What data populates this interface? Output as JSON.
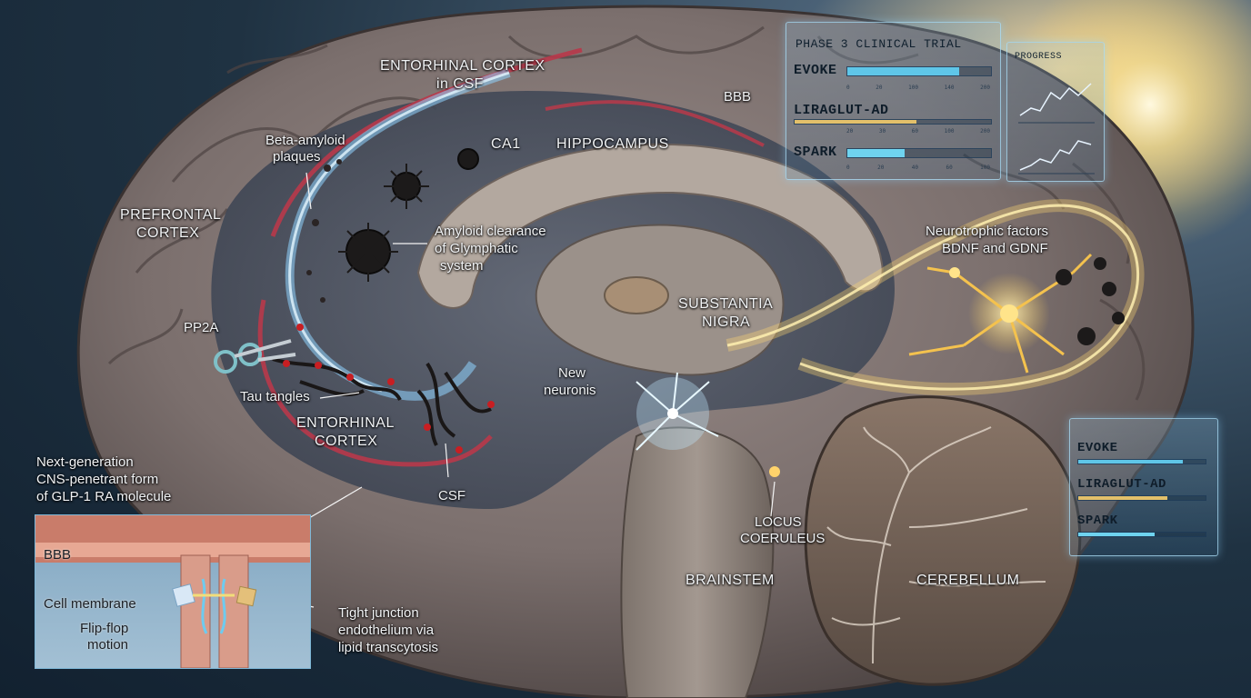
{
  "labels": {
    "entorhinal_top": "ENTORHINAL CORTEX",
    "in_csf": "in CSF",
    "bbb_top": "BBB",
    "beta_amyloid": "Beta-amyloid",
    "plaques": "plaques",
    "ca1": "CA1",
    "hippocampus": "HIPPOCAMPUS",
    "prefrontal": "PREFRONTAL",
    "cortex": "CORTEX",
    "amyloid_clearance": "Amyloid clearance",
    "of_glymphatic": "of Glymphatic",
    "system": "system",
    "neurotrophic": "Neurotrophic factors",
    "bdnf_gdnf": "BDNF and GDNF",
    "substantia": "SUBSTANTIA",
    "nigra": "NIGRA",
    "pp2a": "PP2A",
    "new": "New",
    "new_neurons": "neuronis",
    "tau_tangles": "Tau tangles",
    "entorhinal_bottom": "ENTORHINAL",
    "cortex_bottom": "CORTEX",
    "next_gen": "Next-generation",
    "cns_penetrant": "CNS-penetrant form",
    "glp1": "of GLP-1 RA molecule",
    "csf": "CSF",
    "locus": "LOCUS",
    "coeruleus": "COERULEUS",
    "brainstem": "BRAINSTEM",
    "cerebellum": "CEREBELLUM",
    "bbb_inset": "BBB",
    "cell_membrane": "Cell membrane",
    "flip_flop": "Flip-flop",
    "motion": "motion",
    "tight_junction": "Tight junction",
    "endothelium": "endothelium via",
    "lipid": "lipid transcytosis"
  },
  "trial_panel": {
    "title": "PHASE 3 CLINICAL TRIAL",
    "trials": [
      {
        "name": "EVOKE",
        "progress": 0.78,
        "color": "#5fc6e8"
      },
      {
        "name": "LIRAGLUT-AD",
        "progress": 0.62,
        "color": "#e3c06a"
      },
      {
        "name": "SPARK",
        "progress": 0.4,
        "color": "#6fd3ef"
      }
    ],
    "ticks": [
      "0",
      "20",
      "30",
      "40",
      "60",
      "100",
      "140",
      "200"
    ]
  },
  "progress_panel": {
    "title": "PROGRESS"
  },
  "side_panel": {
    "trials": [
      {
        "name": "EVOKE",
        "progress": 0.82,
        "color": "#5fc6e8"
      },
      {
        "name": "LIRAGLUT-AD",
        "progress": 0.7,
        "color": "#e3c06a"
      },
      {
        "name": "SPARK",
        "progress": 0.6,
        "color": "#6fd3ef"
      }
    ]
  },
  "colors": {
    "csf_flow": "#8fd3ff",
    "neurotrophic_glow": "#ffd873",
    "blood_vessel": "#b8394a",
    "tissue": "#7a6e6c"
  }
}
